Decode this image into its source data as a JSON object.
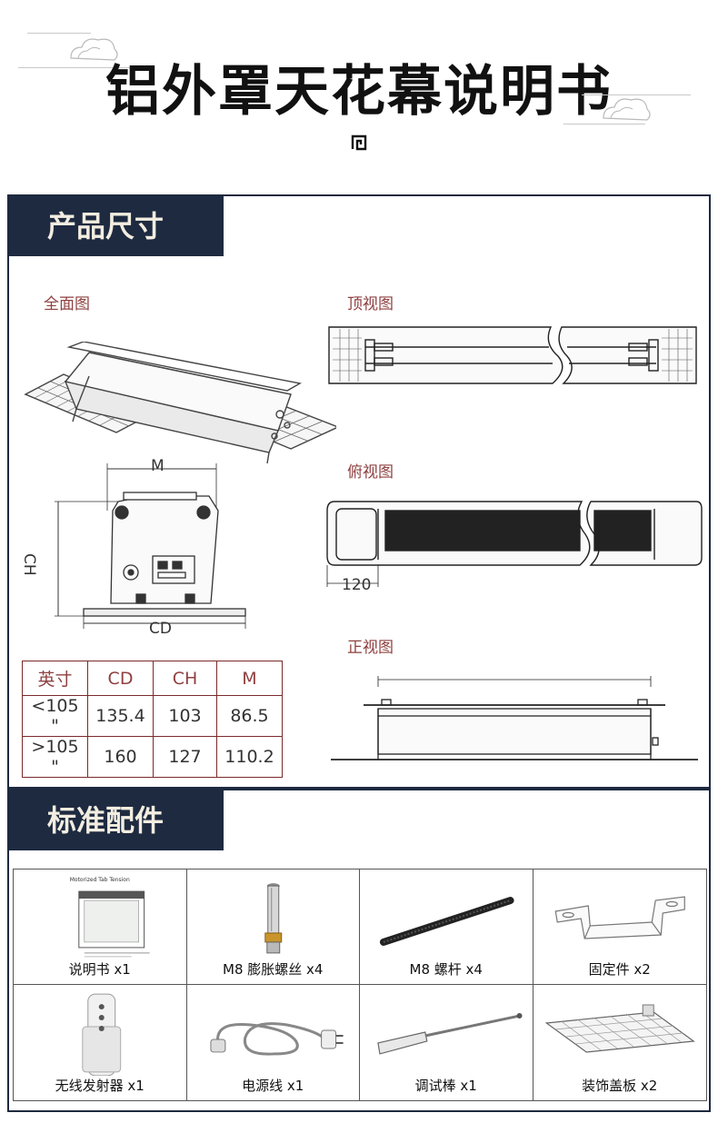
{
  "page": {
    "title": "铝外罩天花幕说明书"
  },
  "sections": {
    "dimensions": {
      "heading": "产品尺寸",
      "views": {
        "full": "全面图",
        "top": "顶视图",
        "bottom": "俯视图",
        "front": "正视图"
      },
      "drawing_labels": {
        "m": "M",
        "ch": "CH",
        "cd": "CD",
        "width": "120"
      },
      "table": {
        "headers": [
          "英寸",
          "CD",
          "CH",
          "M"
        ],
        "rows": [
          [
            "<105 \"",
            "135.4",
            "103",
            "86.5"
          ],
          [
            ">105 \"",
            "160",
            "127",
            "110.2"
          ]
        ]
      }
    },
    "accessories": {
      "heading": "标准配件",
      "manual_image_title": "Motorized Tab Tension",
      "items": [
        {
          "label": "说明书 x1",
          "icon": "manual-icon"
        },
        {
          "label": "M8 膨胀螺丝 x4",
          "icon": "anchor-bolt-icon"
        },
        {
          "label": "M8 螺杆 x4",
          "icon": "threaded-rod-icon"
        },
        {
          "label": "固定件 x2",
          "icon": "mounting-bracket-icon"
        },
        {
          "label": "无线发射器 x1",
          "icon": "remote-control-icon"
        },
        {
          "label": "电源线 x1",
          "icon": "power-cord-icon"
        },
        {
          "label": "调试棒 x1",
          "icon": "adjustment-rod-icon"
        },
        {
          "label": "装饰盖板 x2",
          "icon": "cover-plate-icon"
        }
      ]
    }
  }
}
